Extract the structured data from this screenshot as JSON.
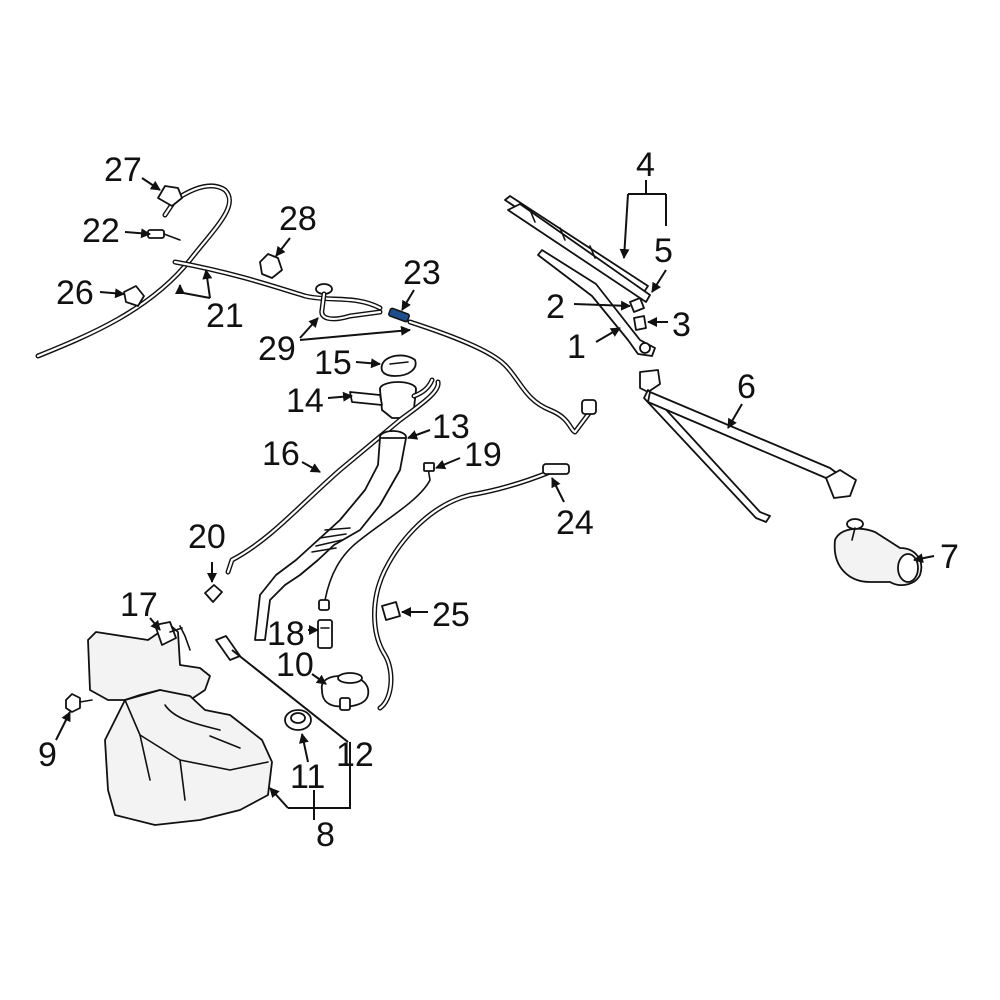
{
  "diagram": {
    "callouts": [
      {
        "id": "c1",
        "label": "1"
      },
      {
        "id": "c2",
        "label": "2"
      },
      {
        "id": "c3",
        "label": "3"
      },
      {
        "id": "c4",
        "label": "4"
      },
      {
        "id": "c5",
        "label": "5"
      },
      {
        "id": "c6",
        "label": "6"
      },
      {
        "id": "c7",
        "label": "7"
      },
      {
        "id": "c8",
        "label": "8"
      },
      {
        "id": "c9",
        "label": "9"
      },
      {
        "id": "c10",
        "label": "10"
      },
      {
        "id": "c11",
        "label": "11"
      },
      {
        "id": "c12",
        "label": "12"
      },
      {
        "id": "c13",
        "label": "13"
      },
      {
        "id": "c14",
        "label": "14"
      },
      {
        "id": "c15",
        "label": "15"
      },
      {
        "id": "c16",
        "label": "16"
      },
      {
        "id": "c17",
        "label": "17"
      },
      {
        "id": "c18",
        "label": "18"
      },
      {
        "id": "c19",
        "label": "19"
      },
      {
        "id": "c20",
        "label": "20"
      },
      {
        "id": "c21",
        "label": "21"
      },
      {
        "id": "c22",
        "label": "22"
      },
      {
        "id": "c23",
        "label": "23"
      },
      {
        "id": "c24",
        "label": "24"
      },
      {
        "id": "c25",
        "label": "25"
      },
      {
        "id": "c26",
        "label": "26"
      },
      {
        "id": "c27",
        "label": "27"
      },
      {
        "id": "c28",
        "label": "28"
      },
      {
        "id": "c29",
        "label": "29"
      }
    ],
    "colors": {
      "line": "#111111",
      "background": "#ffffff",
      "highlight": "#1f4e8c"
    }
  }
}
